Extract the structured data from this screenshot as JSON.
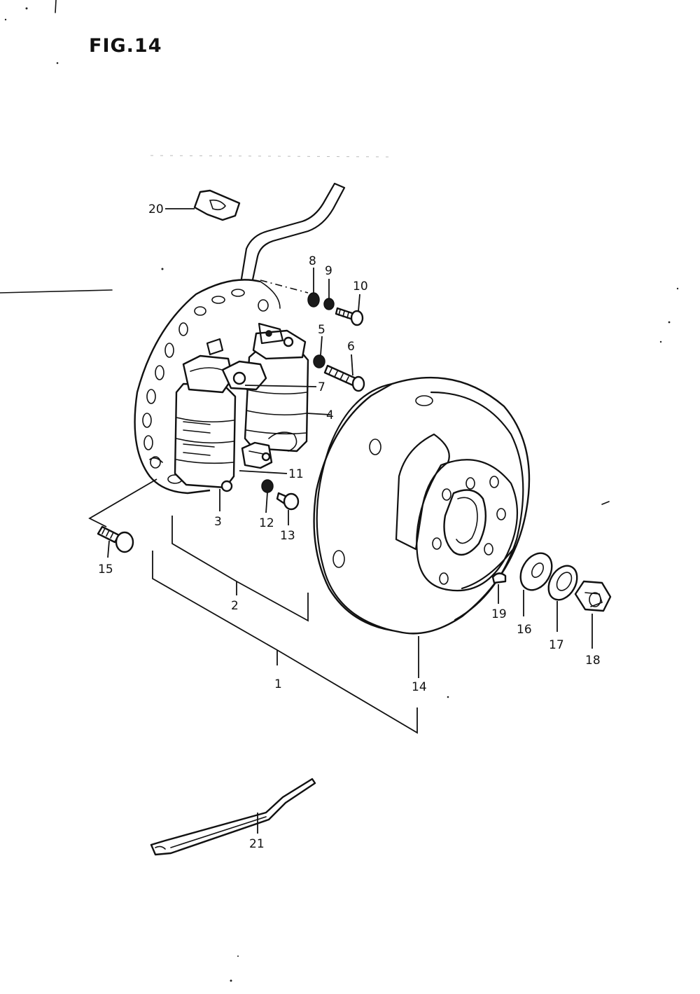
{
  "figure": {
    "title": "FIG.14"
  },
  "callouts": {
    "c1": "1",
    "c2": "2",
    "c3": "3",
    "c4": "4",
    "c5": "5",
    "c6": "6",
    "c7": "7",
    "c8": "8",
    "c9": "9",
    "c10": "10",
    "c11": "11",
    "c12": "12",
    "c13": "13",
    "c14": "14",
    "c15": "15",
    "c16": "16",
    "c17": "17",
    "c18": "18",
    "c19": "19",
    "c20": "20",
    "c21": "21"
  }
}
